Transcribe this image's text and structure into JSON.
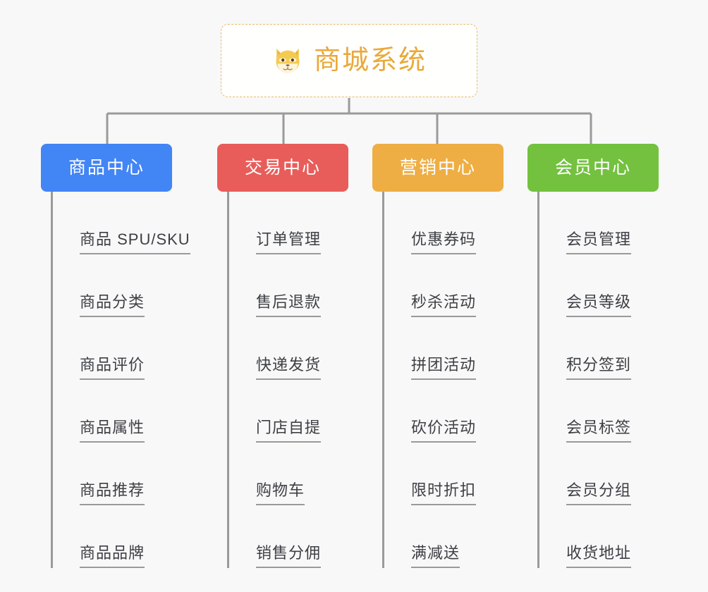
{
  "root": {
    "title": "商城系统",
    "icon": "shiba-dog-icon",
    "title_color": "#e9a93a",
    "border_color": "#e8b86a"
  },
  "background_color": "#f8f8f8",
  "connector_color": "#9a9a9a",
  "columns": [
    {
      "id": "product-center",
      "label": "商品中心",
      "color": "#4285f4",
      "items": [
        "商品 SPU/SKU",
        "商品分类",
        "商品评价",
        "商品属性",
        "商品推荐",
        "商品品牌"
      ]
    },
    {
      "id": "trade-center",
      "label": "交易中心",
      "color": "#e85d5a",
      "items": [
        "订单管理",
        "售后退款",
        "快递发货",
        "门店自提",
        "购物车",
        "销售分佣"
      ]
    },
    {
      "id": "marketing-center",
      "label": "营销中心",
      "color": "#eeae44",
      "items": [
        "优惠券码",
        "秒杀活动",
        "拼团活动",
        "砍价活动",
        "限时折扣",
        "满减送"
      ]
    },
    {
      "id": "member-center",
      "label": "会员中心",
      "color": "#73c13f",
      "items": [
        "会员管理",
        "会员等级",
        "积分签到",
        "会员标签",
        "会员分组",
        "收货地址"
      ]
    }
  ]
}
